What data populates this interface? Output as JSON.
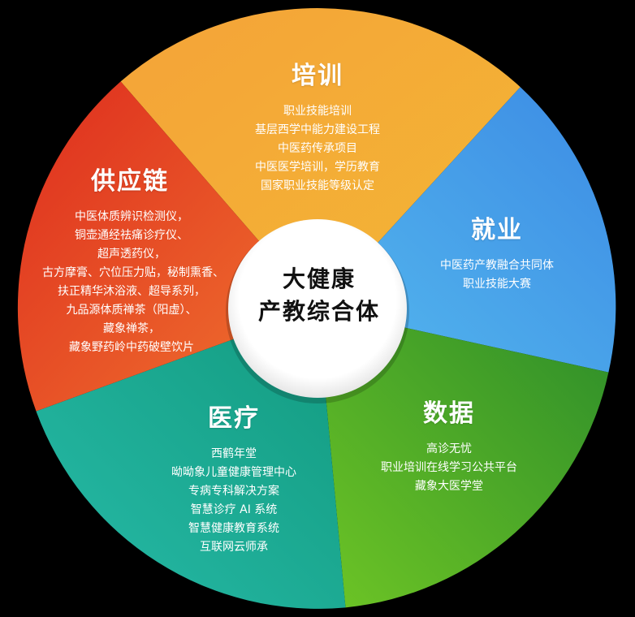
{
  "center": {
    "line1": "大健康",
    "line2": "产教综合体"
  },
  "segments": {
    "training": {
      "title": "培训",
      "items": [
        "职业技能培训",
        "基层西学中能力建设工程",
        "中医药传承项目",
        "中医医学培训，学历教育",
        "国家职业技能等级认定"
      ],
      "color_start": "#f39c34",
      "color_end": "#f5b335"
    },
    "employment": {
      "title": "就业",
      "items": [
        "中医药产教融合共同体",
        "职业技能大赛"
      ],
      "color_start": "#3b8de6",
      "color_end": "#4fb3ee"
    },
    "data": {
      "title": "数据",
      "items": [
        "高诊无忧",
        "职业培训在线学习公共平台",
        "藏象大医学堂"
      ],
      "color_start": "#2b8f2a",
      "color_end": "#6cc325"
    },
    "medical": {
      "title": "医疗",
      "items": [
        "西鹤年堂",
        "呦呦象儿童健康管理中心",
        "专病专科解决方案",
        "智慧诊疗 AI 系统",
        "智慧健康教育系统",
        "互联网云师承"
      ],
      "color_start": "#1ea98c",
      "color_end": "#2fc9b2"
    },
    "supply": {
      "title": "供应链",
      "items": [
        "中医体质辨识检测仪，",
        "铜壶通经祛痛诊疗仪、",
        "超声透药仪，",
        "古方摩膏、穴位压力贴，秘制熏香、",
        "扶正精华沐浴液、超导系列，",
        "九品源体质禅茶（阳虚）、",
        "藏象禅茶，",
        "藏象野药岭中药破壁饮片"
      ],
      "color_start": "#e0341f",
      "color_end": "#ef6a2c"
    }
  }
}
